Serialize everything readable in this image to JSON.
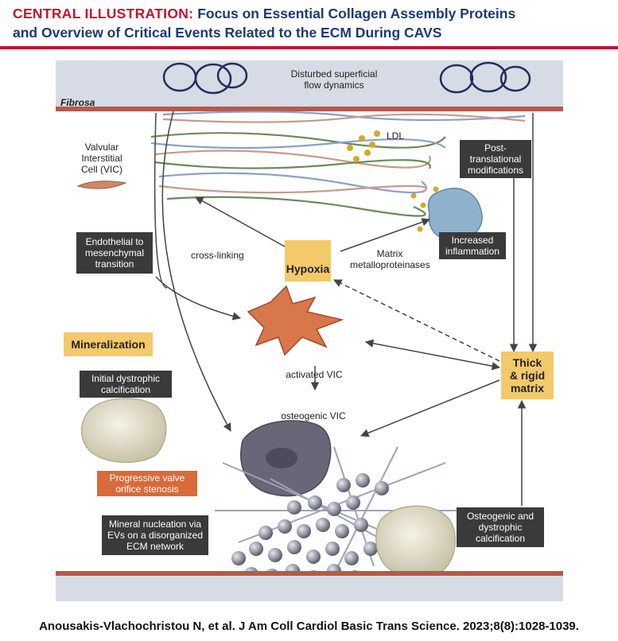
{
  "header": {
    "kicker": "CENTRAL ILLUSTRATION:",
    "title_line1": "Focus on Essential Collagen Assembly Proteins",
    "title_line2": "and Overview of Critical Events Related to the ECM During CAVS"
  },
  "labels": {
    "flow": [
      "Disturbed superficial",
      "flow dynamics"
    ],
    "fibrosa": "Fibrosa",
    "vic": [
      "Valvular",
      "Interstitial",
      "Cell (VIC)"
    ],
    "ldl": "LDL",
    "cross_linking": "cross-linking",
    "mmp": [
      "Matrix",
      "metalloproteinases"
    ],
    "activated_vic": "activated VIC",
    "osteogenic_vic": "osteogenic VIC"
  },
  "boxes": {
    "emt": [
      "Endothelial to",
      "mesenchymal",
      "transition"
    ],
    "ptm": [
      "Post-",
      "translational",
      "modifications"
    ],
    "inflammation": [
      "Increased",
      "inflammation"
    ],
    "hypoxia": "Hypoxia",
    "mineralization": "Mineralization",
    "initial_calc": [
      "Initial dystrophic",
      "calcification"
    ],
    "stenosis": [
      "Progressive valve",
      "orifice stenosis"
    ],
    "thick_matrix": [
      "Thick",
      "& rigid",
      "matrix"
    ],
    "nucleation": [
      "Mineral nucleation via",
      "EVs on a disorganized",
      "ECM network"
    ],
    "osteo_calc": [
      "Osteogenic and",
      "dystrophic",
      "calcification"
    ]
  },
  "colors": {
    "accent_red": "#c8102e",
    "title_blue": "#1a3a7a",
    "dark_box": "#3a3a3a",
    "gold_box": "#f3c96a",
    "orange_box": "#d96a3a"
  },
  "footer": "Anousakis-Vlachochristou N, et al. J Am Coll Cardiol Basic Trans Science. 2023;8(8):1028-1039."
}
